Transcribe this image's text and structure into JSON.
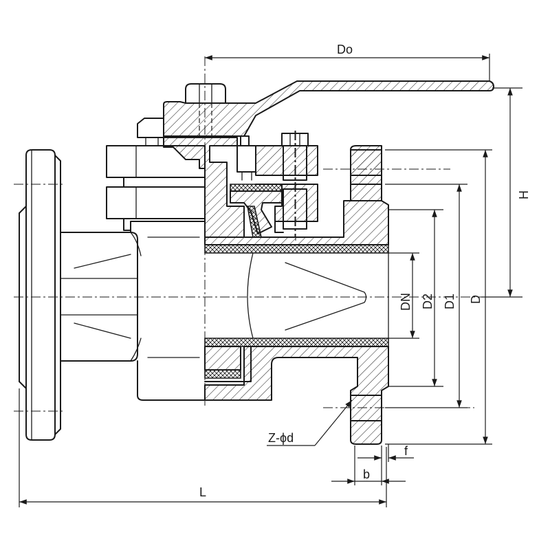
{
  "dimensions": {
    "Do": "Do",
    "H": "H",
    "DN": "DN",
    "D2": "D2",
    "D1": "D1",
    "D": "D",
    "L": "L",
    "b": "b",
    "f": "f",
    "bolt_holes": "Z-ϕd"
  },
  "colors": {
    "line": "#1a1a1a",
    "background": "#ffffff"
  }
}
